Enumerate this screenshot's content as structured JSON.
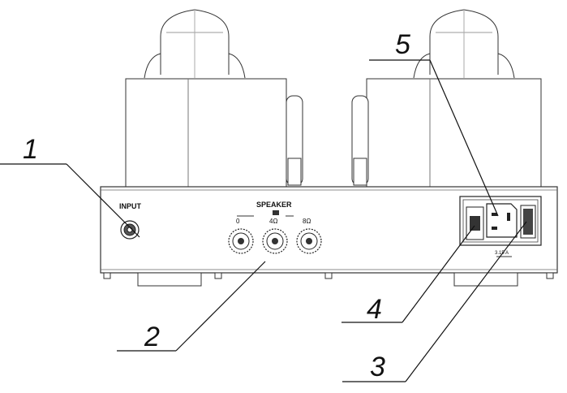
{
  "panel": {
    "input_label": "INPUT",
    "speaker_label": "SPEAKER",
    "terminals": [
      "0",
      "4Ω",
      "8Ω"
    ],
    "fuse_rating": "3.15 A"
  },
  "callouts": [
    {
      "number": "1",
      "part": "input-jack"
    },
    {
      "number": "2",
      "part": "speaker-terminals"
    },
    {
      "number": "3",
      "part": "power-switch"
    },
    {
      "number": "4",
      "part": "fuse-holder"
    },
    {
      "number": "5",
      "part": "power-socket"
    }
  ]
}
